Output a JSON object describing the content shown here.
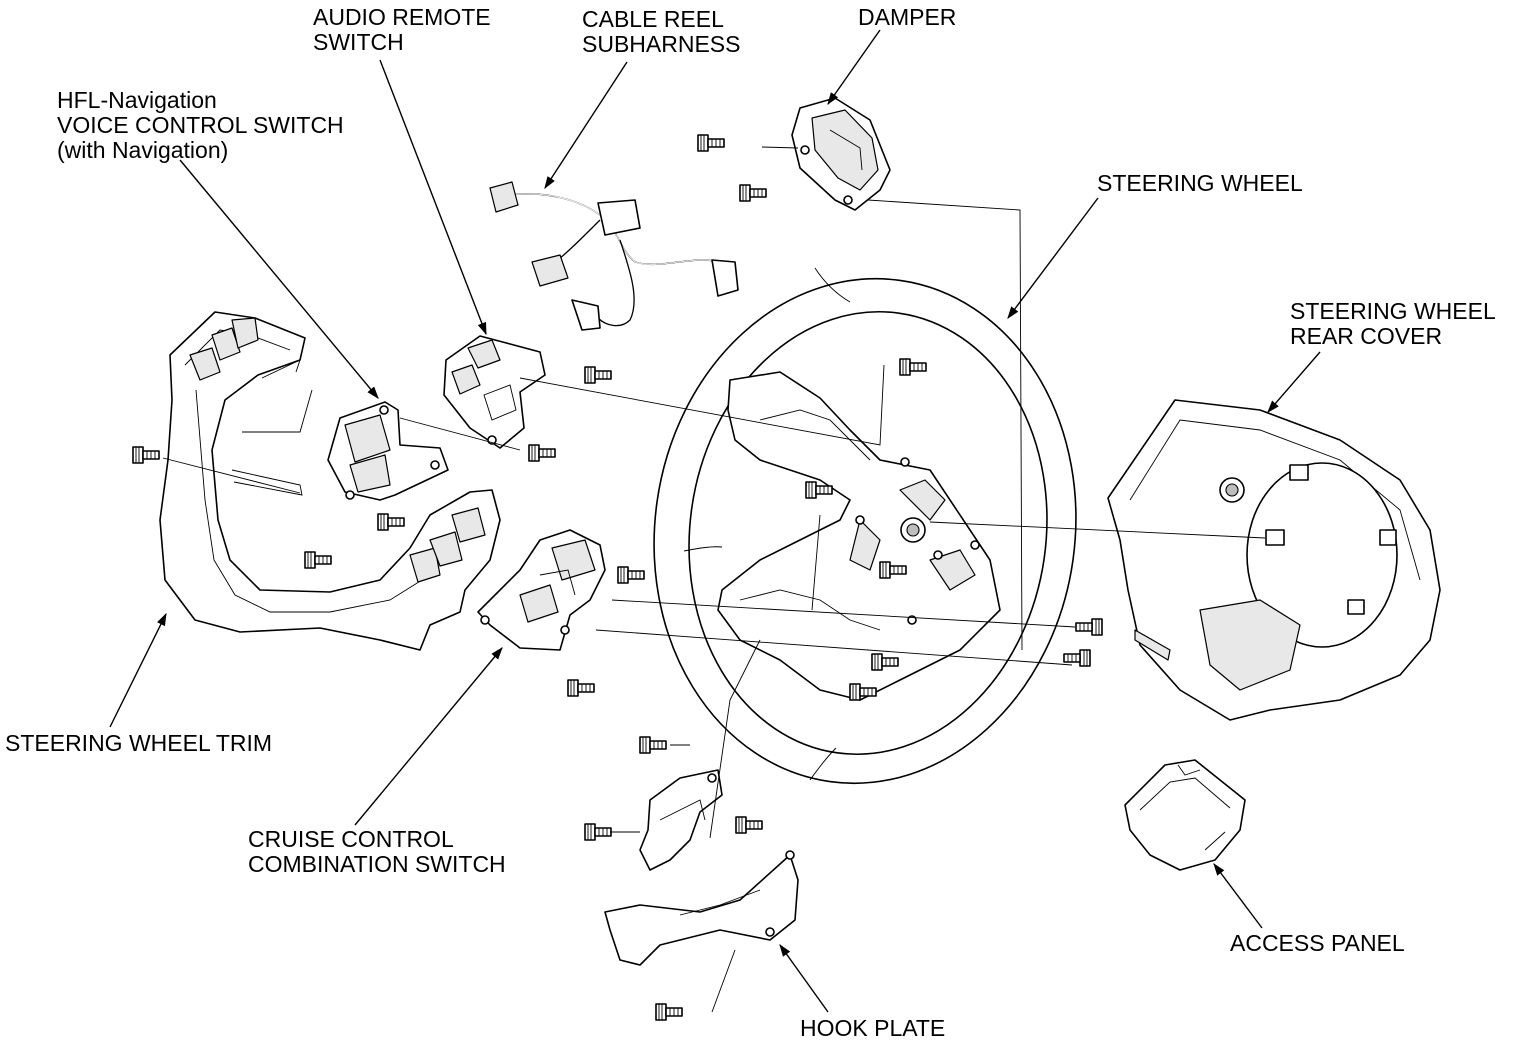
{
  "title": "",
  "labels": {
    "audio_remote_switch": [
      "AUDIO REMOTE",
      "SWITCH"
    ],
    "cable_reel_subharness": [
      "CABLE REEL",
      "SUBHARNESS"
    ],
    "damper": [
      "DAMPER"
    ],
    "hfl_voice_switch": [
      "HFL-Navigation",
      "VOICE CONTROL SWITCH",
      "(with Navigation)"
    ],
    "steering_wheel": [
      "STEERING WHEEL"
    ],
    "steering_wheel_rear_cover": [
      "STEERING WHEEL",
      "REAR COVER"
    ],
    "steering_wheel_trim": [
      "STEERING WHEEL TRIM"
    ],
    "cruise_control_switch": [
      "CRUISE CONTROL",
      "COMBINATION SWITCH"
    ],
    "access_panel": [
      "ACCESS PANEL"
    ],
    "hook_plate": [
      "HOOK PLATE"
    ]
  }
}
